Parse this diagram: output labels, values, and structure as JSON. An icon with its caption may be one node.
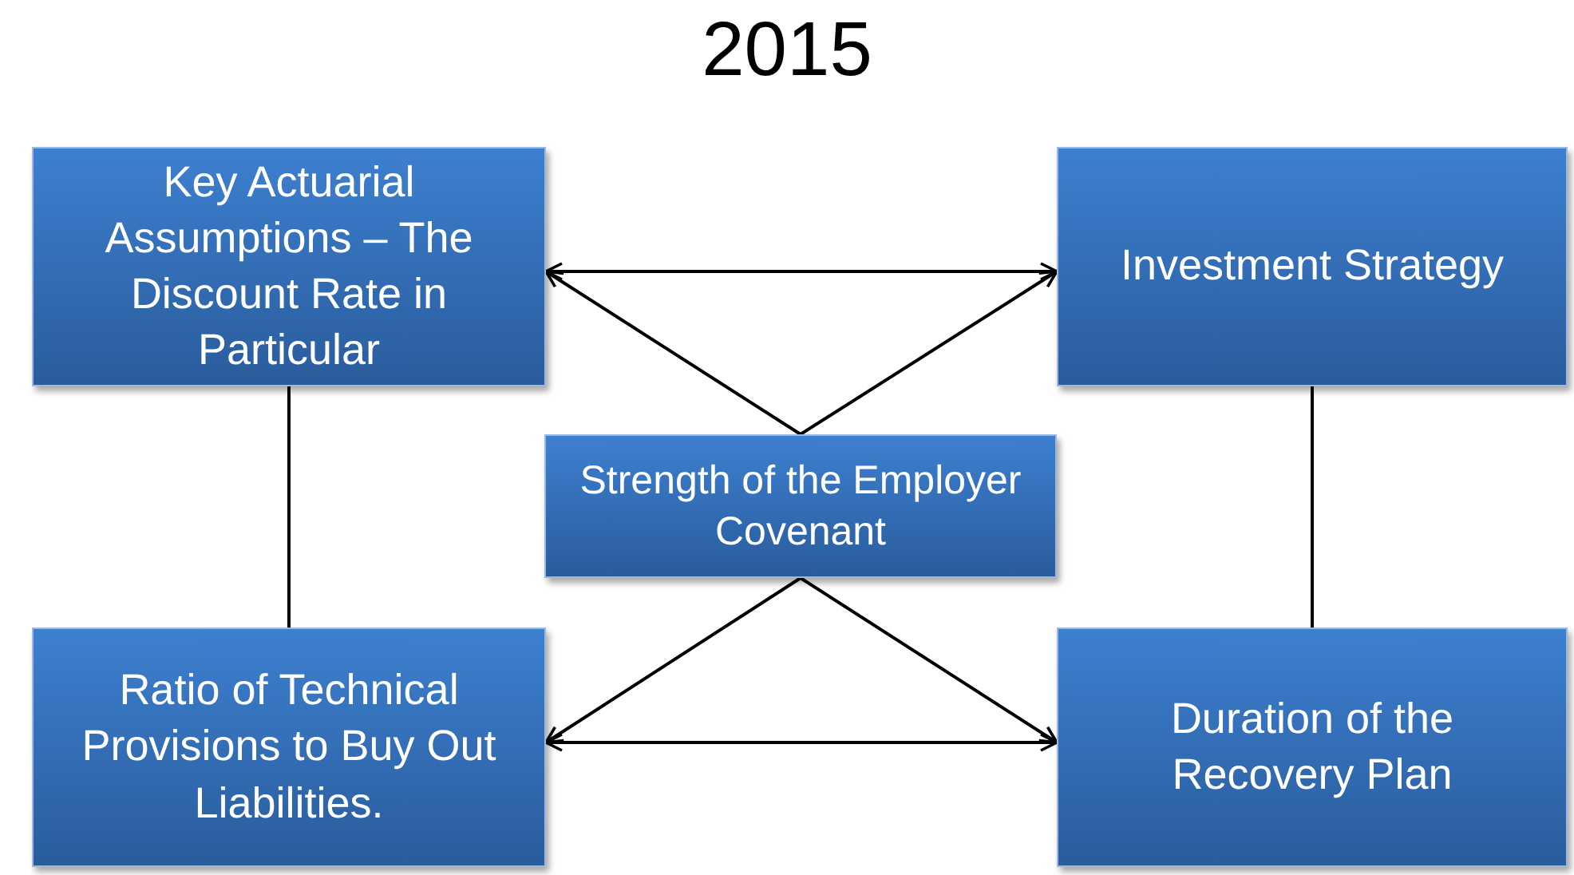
{
  "diagram": {
    "title": "2015",
    "nodes": [
      {
        "text": [
          "Key Actuarial Assumptions – The Discount Rate in Particular"
        ]
      },
      {
        "text": [
          "Investment Strategy"
        ]
      },
      {
        "text": [
          "Strength of the Employer Covenant"
        ]
      },
      {
        "text": [
          "Ratio of Technical Provisions to Buy Out Liabilities."
        ]
      },
      {
        "text": [
          "Duration of the Recovery Plan"
        ]
      }
    ],
    "edges": [
      {
        "from": 2,
        "to": 0,
        "arrow": "to"
      },
      {
        "from": 2,
        "to": 1,
        "arrow": "to"
      },
      {
        "from": 0,
        "to": 1,
        "arrow": "both"
      },
      {
        "from": 2,
        "to": 3,
        "arrow": "to"
      },
      {
        "from": 2,
        "to": 4,
        "arrow": "to"
      },
      {
        "from": 3,
        "to": 4,
        "arrow": "both"
      },
      {
        "from": 0,
        "to": 3,
        "arrow": "none"
      },
      {
        "from": 1,
        "to": 4,
        "arrow": "none"
      }
    ]
  }
}
